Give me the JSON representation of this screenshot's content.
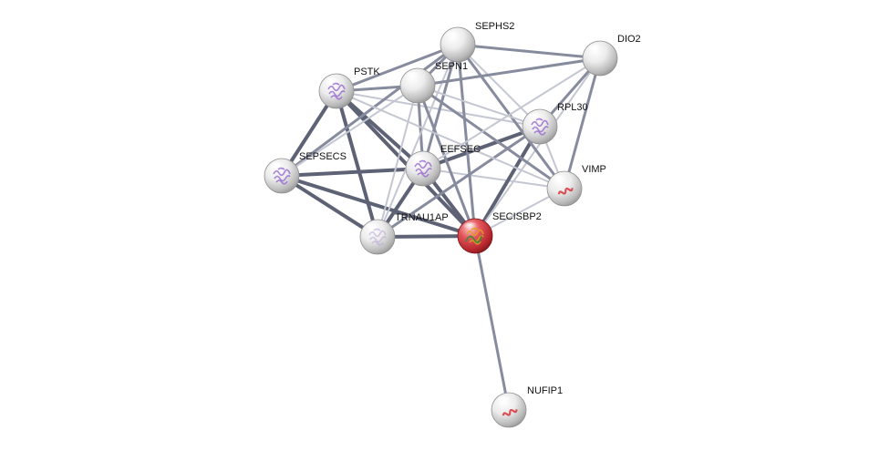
{
  "network": {
    "nodes": [
      {
        "id": "SEPHS2",
        "label": "SEPHS2",
        "query": false,
        "structure": "none"
      },
      {
        "id": "DIO2",
        "label": "DIO2",
        "query": false,
        "structure": "none"
      },
      {
        "id": "PSTK",
        "label": "PSTK",
        "query": false,
        "structure": "protein"
      },
      {
        "id": "SEPN1",
        "label": "SEPN1",
        "query": false,
        "structure": "none"
      },
      {
        "id": "RPL30",
        "label": "RPL30",
        "query": false,
        "structure": "protein"
      },
      {
        "id": "EEFSEC",
        "label": "EEFSEC",
        "query": false,
        "structure": "protein"
      },
      {
        "id": "SEPSECS",
        "label": "SEPSECS",
        "query": false,
        "structure": "protein"
      },
      {
        "id": "VIMP",
        "label": "VIMP",
        "query": false,
        "structure": "helix"
      },
      {
        "id": "TRNAU1AP",
        "label": "TRNAU1AP",
        "query": false,
        "structure": "faint"
      },
      {
        "id": "SECISBP2",
        "label": "SECISBP2",
        "query": true,
        "structure": "protein"
      },
      {
        "id": "NUFIP1",
        "label": "NUFIP1",
        "query": false,
        "structure": "helix"
      }
    ],
    "edges": [
      {
        "source": "PSTK",
        "target": "SEPSECS",
        "strength": "strong"
      },
      {
        "source": "PSTK",
        "target": "TRNAU1AP",
        "strength": "strong"
      },
      {
        "source": "PSTK",
        "target": "EEFSEC",
        "strength": "strong"
      },
      {
        "source": "PSTK",
        "target": "SECISBP2",
        "strength": "strong"
      },
      {
        "source": "PSTK",
        "target": "SEPHS2",
        "strength": "medium"
      },
      {
        "source": "PSTK",
        "target": "SEPN1",
        "strength": "medium"
      },
      {
        "source": "PSTK",
        "target": "RPL30",
        "strength": "light"
      },
      {
        "source": "SEPSECS",
        "target": "EEFSEC",
        "strength": "strong"
      },
      {
        "source": "SEPSECS",
        "target": "TRNAU1AP",
        "strength": "strong"
      },
      {
        "source": "SEPSECS",
        "target": "SECISBP2",
        "strength": "strong"
      },
      {
        "source": "SEPSECS",
        "target": "SEPHS2",
        "strength": "medium"
      },
      {
        "source": "SEPSECS",
        "target": "SEPN1",
        "strength": "light"
      },
      {
        "source": "EEFSEC",
        "target": "SECISBP2",
        "strength": "strong"
      },
      {
        "source": "EEFSEC",
        "target": "TRNAU1AP",
        "strength": "strong"
      },
      {
        "source": "EEFSEC",
        "target": "RPL30",
        "strength": "strong"
      },
      {
        "source": "EEFSEC",
        "target": "SEPHS2",
        "strength": "medium"
      },
      {
        "source": "EEFSEC",
        "target": "SEPN1",
        "strength": "medium"
      },
      {
        "source": "EEFSEC",
        "target": "VIMP",
        "strength": "light"
      },
      {
        "source": "TRNAU1AP",
        "target": "SECISBP2",
        "strength": "strong"
      },
      {
        "source": "TRNAU1AP",
        "target": "SEPN1",
        "strength": "light"
      },
      {
        "source": "TRNAU1AP",
        "target": "SEPHS2",
        "strength": "light"
      },
      {
        "source": "TRNAU1AP",
        "target": "RPL30",
        "strength": "medium"
      },
      {
        "source": "SECISBP2",
        "target": "RPL30",
        "strength": "strong"
      },
      {
        "source": "SECISBP2",
        "target": "VIMP",
        "strength": "light"
      },
      {
        "source": "SECISBP2",
        "target": "SEPHS2",
        "strength": "medium"
      },
      {
        "source": "SECISBP2",
        "target": "SEPN1",
        "strength": "medium"
      },
      {
        "source": "SECISBP2",
        "target": "NUFIP1",
        "strength": "medium"
      },
      {
        "source": "SECISBP2",
        "target": "DIO2",
        "strength": "light"
      },
      {
        "source": "SEPHS2",
        "target": "DIO2",
        "strength": "medium"
      },
      {
        "source": "SEPHS2",
        "target": "RPL30",
        "strength": "light"
      },
      {
        "source": "SEPHS2",
        "target": "VIMP",
        "strength": "medium"
      },
      {
        "source": "SEPHS2",
        "target": "SEPN1",
        "strength": "medium"
      },
      {
        "source": "SEPN1",
        "target": "DIO2",
        "strength": "medium"
      },
      {
        "source": "SEPN1",
        "target": "VIMP",
        "strength": "medium"
      },
      {
        "source": "SEPN1",
        "target": "RPL30",
        "strength": "light"
      },
      {
        "source": "DIO2",
        "target": "RPL30",
        "strength": "medium"
      },
      {
        "source": "DIO2",
        "target": "VIMP",
        "strength": "medium"
      },
      {
        "source": "DIO2",
        "target": "EEFSEC",
        "strength": "light"
      },
      {
        "source": "RPL30",
        "target": "VIMP",
        "strength": "light"
      },
      {
        "source": "PSTK",
        "target": "VIMP",
        "strength": "light"
      }
    ]
  },
  "colors": {
    "edge_strong": "#5d6275",
    "edge_medium": "#868b9e",
    "edge_light": "#c4c7d2",
    "node_default": "#dcdcdc",
    "node_query": "#d8323a",
    "structure_purple": "#9a6fd0",
    "structure_red": "#d8323a"
  }
}
